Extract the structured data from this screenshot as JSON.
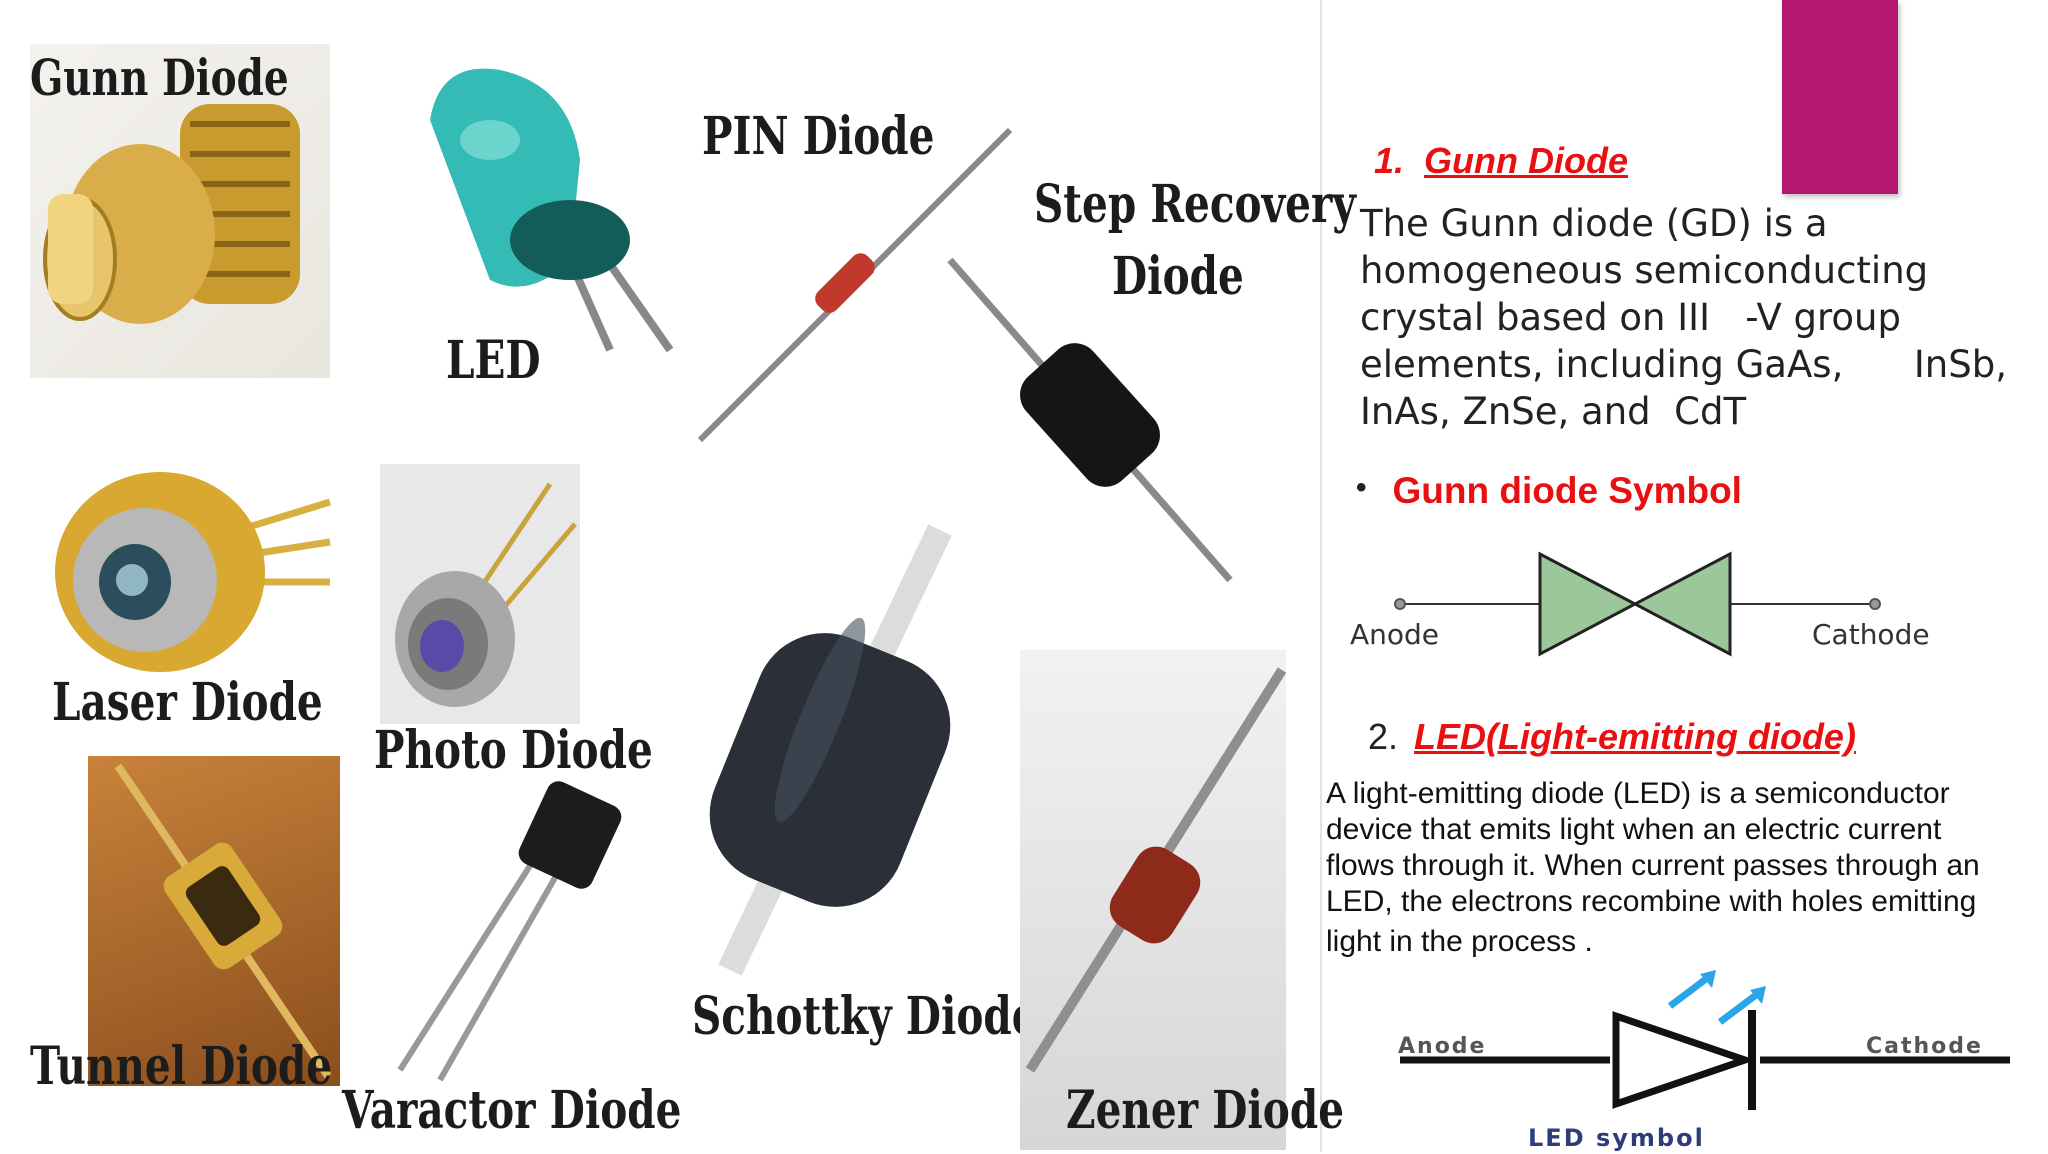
{
  "photo_labels": {
    "gunn": "Gunn Diode",
    "led": "LED",
    "pin": "PIN Diode",
    "step_line1": "Step Recovery",
    "step_line2": "Diode",
    "laser": "Laser Diode",
    "photo": "Photo Diode",
    "tunnel": "Tunnel Diode",
    "varactor": "Varactor Diode",
    "schottky": "Schottky Diode",
    "zener": "Zener Diode"
  },
  "section1": {
    "number": "1.",
    "title": "Gunn Diode",
    "paragraph_lines": [
      "The Gunn diode (GD) is a",
      "homogeneous semiconducting",
      "crystal based on III   -V group",
      "elements, including GaAs,      InSb,",
      "InAs, ZnSe, and  CdT"
    ],
    "bullet": "Gunn diode Symbol"
  },
  "gunn_symbol": {
    "anode": "Anode",
    "cathode": "Cathode"
  },
  "section2": {
    "number": "2.",
    "title": "LED(Light-emitting diode)",
    "paragraph_lines": [
      "A light-emitting diode (LED) is a semiconductor",
      "device that emits light when an electric current",
      "flows through it. When current passes through an",
      "LED, the electrons recombine with holes emitting",
      "light in the process ."
    ]
  },
  "led_symbol": {
    "anode": "Anode",
    "cathode": "Cathode",
    "caption": "LED symbol"
  },
  "colors": {
    "accent_bar": "#b5166f",
    "heading_red": "#e81010",
    "gunn_triangle_green": "#9cc79a",
    "led_arrow_blue": "#2aa6e8"
  }
}
